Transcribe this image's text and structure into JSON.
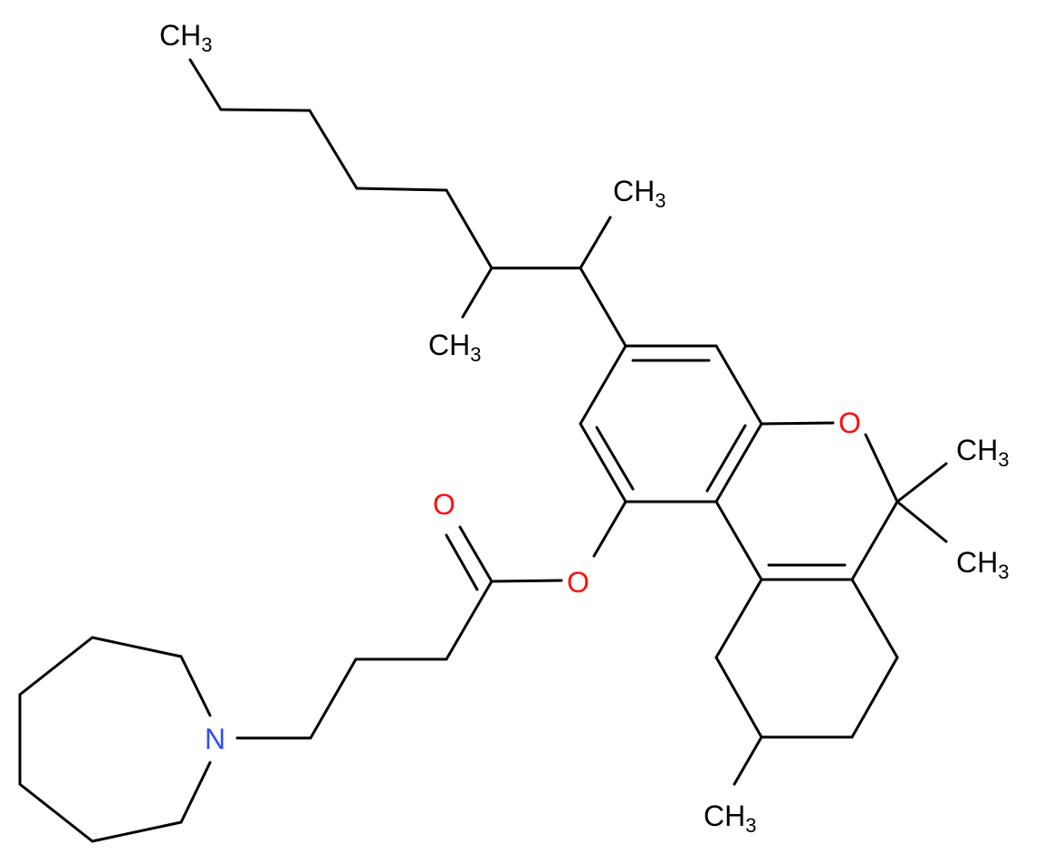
{
  "colors": {
    "bond": "#000000",
    "carbon": "#000000",
    "oxygen": "#ff0d0d",
    "nitrogen": "#3050f8"
  },
  "labels": {
    "ch3_chain_end": {
      "main": "CH",
      "sub": "3"
    },
    "ch3_branch_upper": {
      "main": "CH",
      "sub": "3"
    },
    "ch3_branch_lower": {
      "main": "CH",
      "sub": "3"
    },
    "o_ring": {
      "main": "O"
    },
    "ch3_gem_upper": {
      "main": "CH",
      "sub": "3"
    },
    "ch3_gem_lower": {
      "main": "CH",
      "sub": "3"
    },
    "o_carbonyl": {
      "main": "O"
    },
    "o_ester": {
      "main": "O"
    },
    "ch3_ring": {
      "main": "CH",
      "sub": "3"
    },
    "n_azepane": {
      "main": "N"
    }
  }
}
